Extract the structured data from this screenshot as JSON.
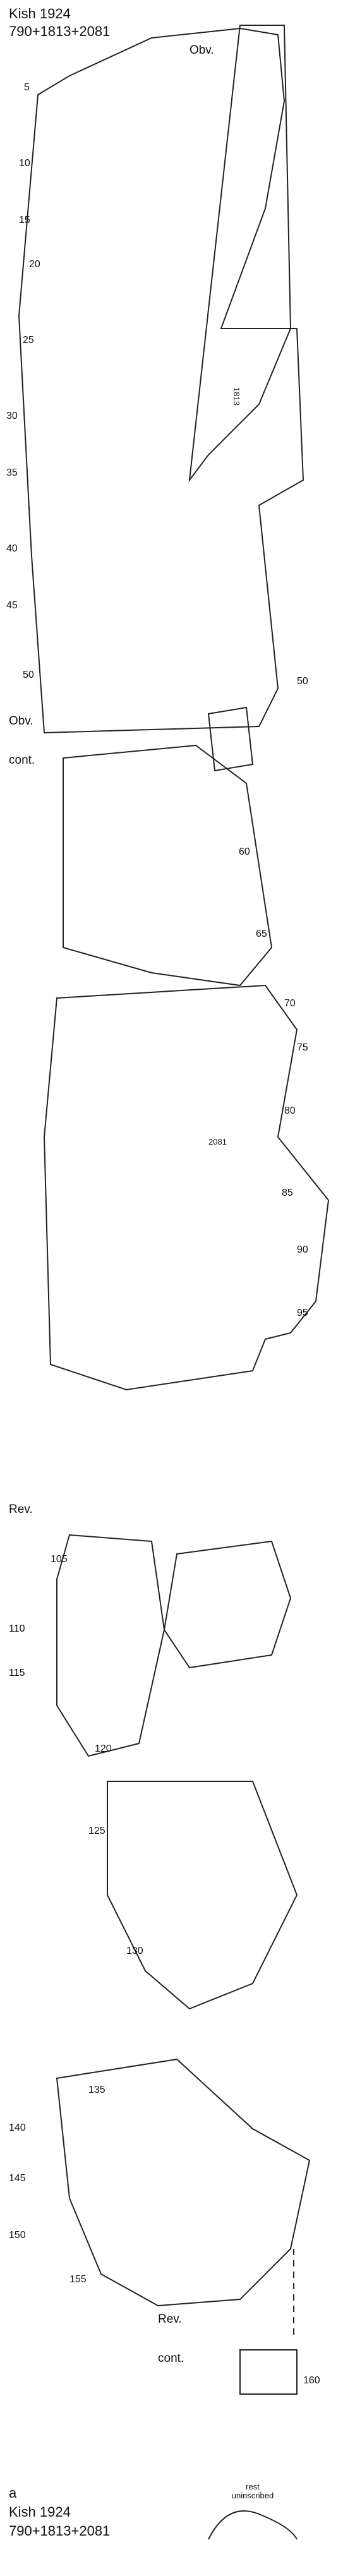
{
  "header": {
    "title": "Kish 1924",
    "numbers": "790+1813+2081"
  },
  "sections": {
    "obv": "Obv.",
    "obv_cont_1": "Obv.",
    "obv_cont_2": "cont.",
    "rev": "Rev.",
    "rev_cont_1": "Rev.",
    "rev_cont_2": "cont."
  },
  "fragments": {
    "f1813": "1813",
    "f2081": "2081"
  },
  "line_numbers": {
    "left": [
      "5",
      "10",
      "15",
      "20",
      "25",
      "30",
      "35",
      "40",
      "45",
      "50"
    ],
    "obv_right_50": "50",
    "middle": [
      "60",
      "65"
    ],
    "right": [
      "70",
      "75",
      "80",
      "85",
      "90",
      "95"
    ],
    "rev": [
      "105",
      "110",
      "115",
      "120",
      "125",
      "130",
      "135",
      "140",
      "145",
      "150",
      "155",
      "160"
    ]
  },
  "footer": {
    "label": "a",
    "title": "Kish 1924",
    "numbers": "790+1813+2081",
    "inset_note_1": "rest",
    "inset_note_2": "uninscribed"
  }
}
